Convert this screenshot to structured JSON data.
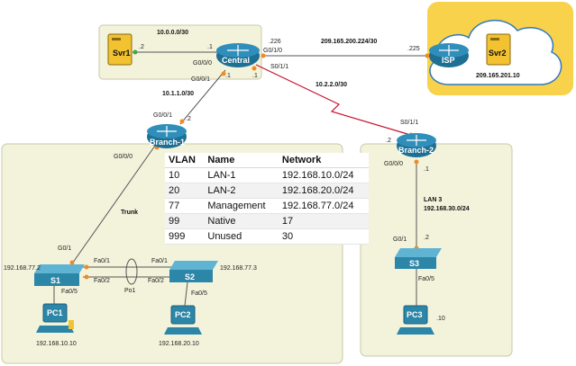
{
  "networks": {
    "central_svr1": "10.0.0.0/30",
    "central_isp": "209.165.200.224/30",
    "central_branch1": "10.1.1.0/30",
    "central_branch2": "10.2.2.0/30",
    "lan3_name": "LAN 3",
    "lan3_net": "192.168.30.0/24"
  },
  "devices": {
    "svr1": "Svr1",
    "svr2": "Svr2",
    "central": "Central",
    "isp": "ISP",
    "branch1": "Branch-1",
    "branch2": "Branch-2",
    "s1": "S1",
    "s2": "S2",
    "s3": "S3",
    "pc1": "PC1",
    "pc2": "PC2",
    "pc3": "PC3"
  },
  "interfaces": {
    "svr1_host": ".2",
    "central_g000_host": ".1",
    "central_g000": "G0/0/0",
    "central_g010_host": ".226",
    "central_g010": "G0/1/0",
    "isp_host": ".225",
    "central_s011": "S0/1/1",
    "central_g001": "G0/0/1",
    "central_g001_host": ".1",
    "central_s011_host": ".1",
    "branch1_g001": "G0/0/1",
    "branch1_g001_host": ".2",
    "branch1_g000": "G0/0/0",
    "branch2_s011": "S0/1/1",
    "branch2_host": ".2",
    "branch2_g000": "G0/0/0",
    "branch2_g000_host": ".1",
    "s1_g01": "G0/1",
    "s1_ip": "192.168.77.2",
    "s1_fa01": "Fa0/1",
    "s1_fa02": "Fa0/2",
    "s1_fa05": "Fa0/5",
    "s2_fa01": "Fa0/1",
    "s2_fa02": "Fa0/2",
    "s2_fa05": "Fa0/5",
    "s2_ip": "192.168.77.3",
    "po1": "Po1",
    "trunk": "Trunk",
    "pc1_ip": "192.168.10.10",
    "pc2_ip": "192.168.20.10",
    "s3_g01": "G0/1",
    "s3_host": ".2",
    "s3_fa05": "Fa0/5",
    "pc3_host": ".10",
    "svr2_ip": "209.165.201.10"
  },
  "vlan_table": {
    "headers": [
      "VLAN",
      "Name",
      "Network"
    ],
    "rows": [
      [
        "10",
        "LAN-1",
        "192.168.10.0/24"
      ],
      [
        "20",
        "LAN-2",
        "192.168.20.0/24"
      ],
      [
        "77",
        "Management",
        "192.168.77.0/24"
      ],
      [
        "99",
        "Native",
        "17"
      ],
      [
        "999",
        "Unused",
        "30"
      ]
    ]
  },
  "colors": {
    "zone_fill": "#f3f3dc",
    "zone_stroke": "#c8c8a8",
    "cloud_frame": "#f7d24a",
    "router_fill": "#1e6f94",
    "switch_fill": "#2b86a8",
    "server_fill": "#f2c230",
    "link_gray": "#555555",
    "serial_red": "#c8102e",
    "port_orange": "#f08a24",
    "port_green": "#3fa845"
  }
}
